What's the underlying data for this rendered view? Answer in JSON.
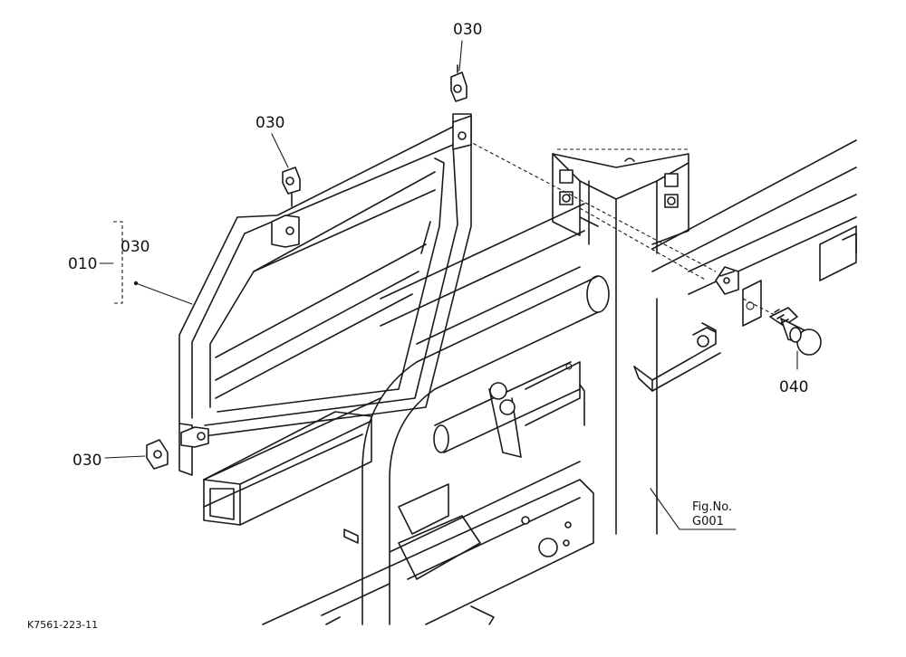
{
  "callouts": {
    "top": "030",
    "upper": "030",
    "group_outer": "010",
    "group_inner": "030",
    "lower": "030",
    "knob": "040"
  },
  "figure_ref": {
    "line1": "Fig.No.",
    "line2": "G001"
  },
  "diagram_code": "K7561-223-11"
}
